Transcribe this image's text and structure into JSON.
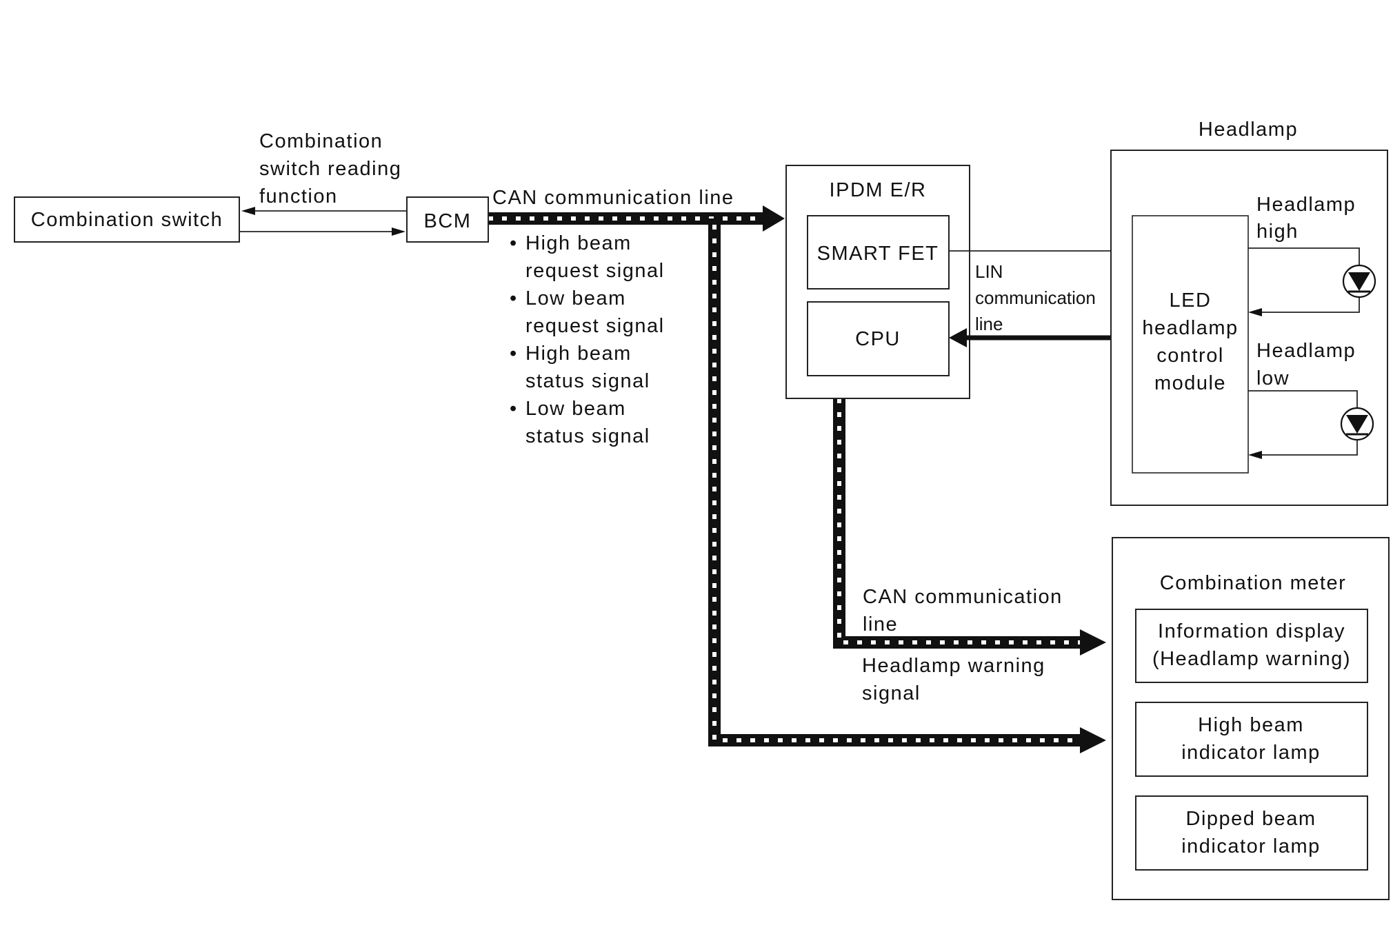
{
  "combination_switch": {
    "label": "Combination switch"
  },
  "switch_reading": {
    "lines": [
      "Combination",
      "switch reading",
      "function"
    ]
  },
  "bcm": {
    "label": "BCM"
  },
  "can_top": {
    "label": "CAN communication line"
  },
  "signals": [
    {
      "lines": [
        "High beam",
        "request signal"
      ]
    },
    {
      "lines": [
        "Low beam",
        "request signal"
      ]
    },
    {
      "lines": [
        "High beam",
        "status signal"
      ]
    },
    {
      "lines": [
        "Low beam",
        "status signal"
      ]
    }
  ],
  "bullet": "•",
  "ipdm": {
    "label": "IPDM E/R",
    "smart_fet": "SMART FET",
    "cpu": "CPU"
  },
  "lin": {
    "lines": [
      "LIN",
      "communication",
      "line"
    ]
  },
  "headlamp": {
    "title": "Headlamp",
    "module_lines": [
      "LED",
      "headlamp",
      "control",
      "module"
    ],
    "high": [
      "Headlamp",
      "high"
    ],
    "low": [
      "Headlamp",
      "low"
    ]
  },
  "can_lower": {
    "lines": [
      "CAN communication",
      "line"
    ]
  },
  "warning_signal": {
    "lines": [
      "Headlamp warning",
      "signal"
    ]
  },
  "meter": {
    "title": "Combination meter",
    "info_display": [
      "Information display",
      "(Headlamp warning)"
    ],
    "high_beam": [
      "High beam",
      "indicator lamp"
    ],
    "dipped_beam": [
      "Dipped beam",
      "indicator lamp"
    ]
  }
}
